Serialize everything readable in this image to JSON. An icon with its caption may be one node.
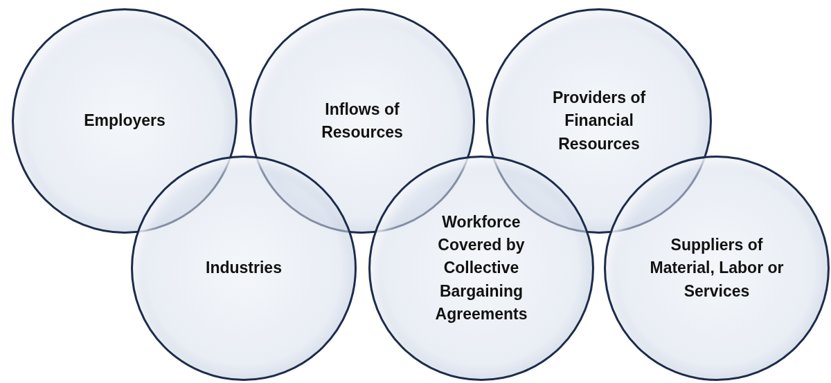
{
  "diagram": {
    "nodes": [
      {
        "text": [
          "Employers"
        ]
      },
      {
        "text": [
          "Inflows of Resources"
        ]
      },
      {
        "text": [
          "Providers of Financial Resources"
        ]
      },
      {
        "text": [
          "Industries"
        ]
      },
      {
        "text": [
          "Workforce Covered by Collective Bargaining Agreements"
        ]
      },
      {
        "text": [
          "Suppliers of Material, Labor or Services"
        ]
      }
    ]
  }
}
